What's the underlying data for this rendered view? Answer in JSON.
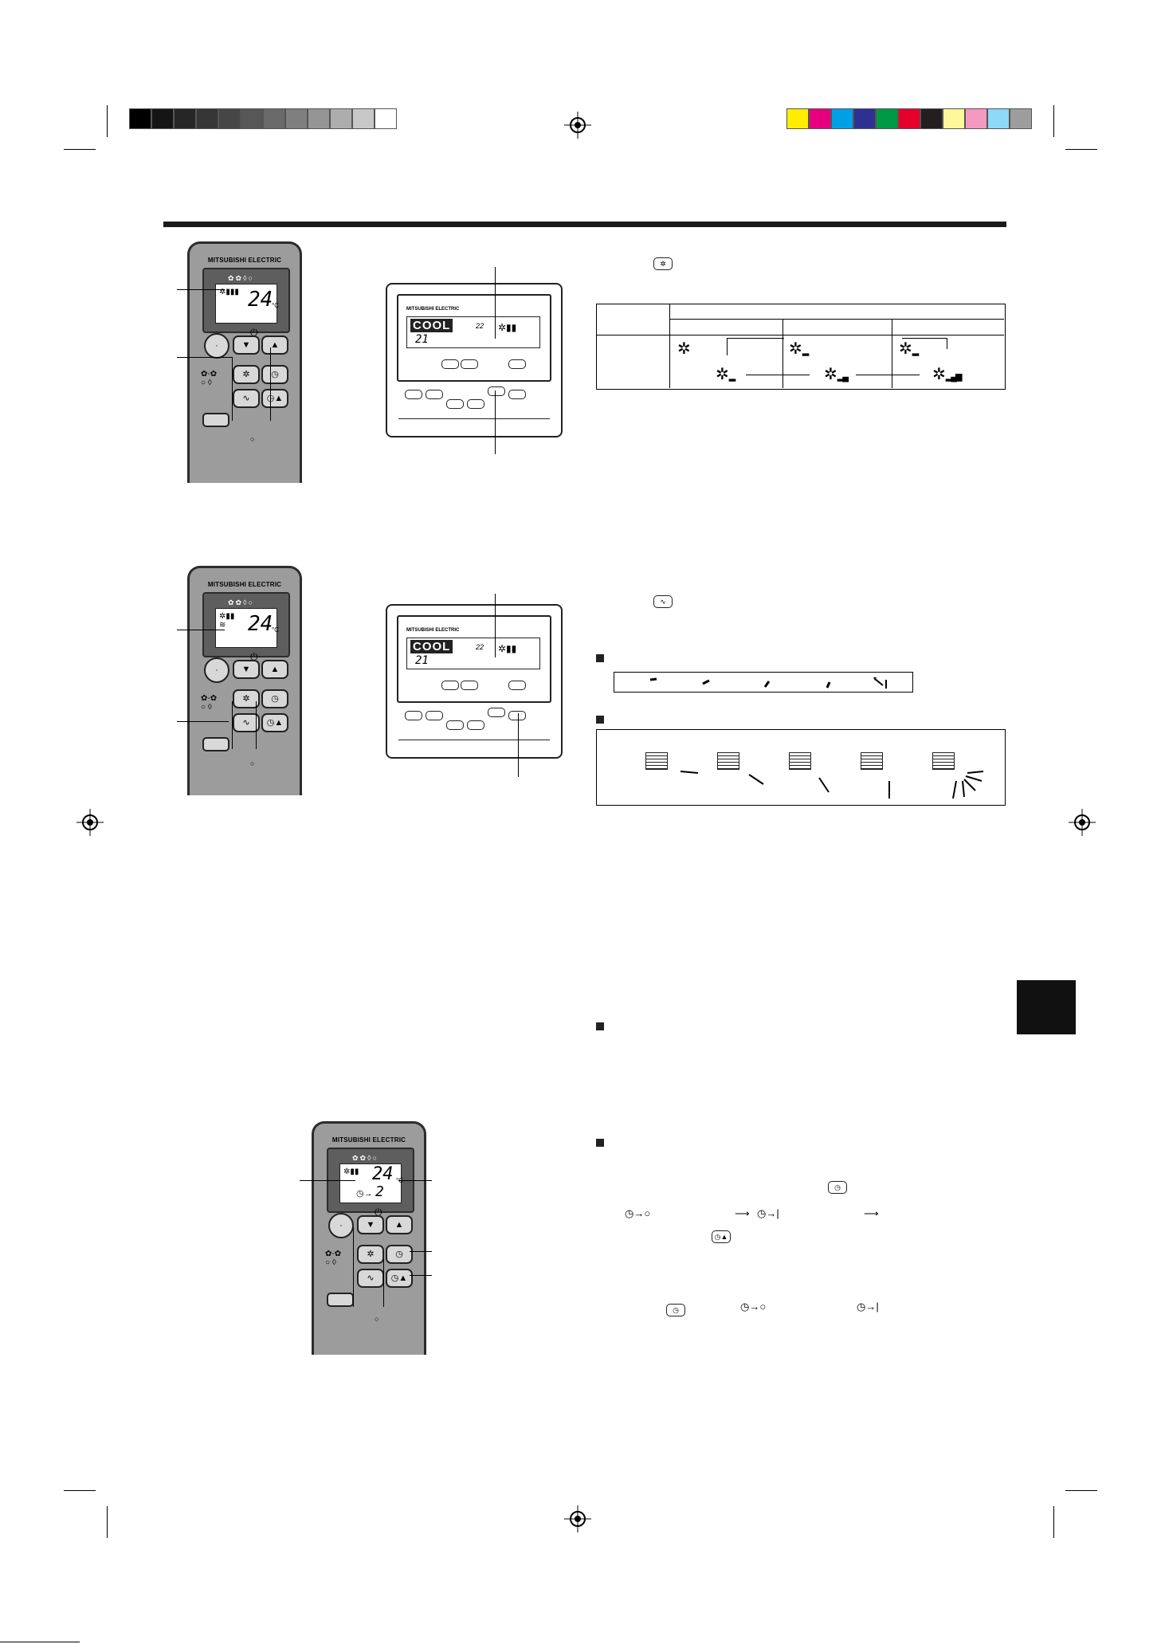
{
  "brand": "MITSUBISHI ELECTRIC",
  "remote_top": {
    "temperature": "24",
    "unit": "°C"
  },
  "remote_mid": {
    "temperature": "24",
    "unit": "°C"
  },
  "remote_bottom": {
    "temperature": "24",
    "unit": "°C",
    "timer_value": "2"
  },
  "wired_top": {
    "mode": "COOL",
    "set_temp": "21",
    "room_temp": "22"
  },
  "wired_mid": {
    "mode": "COOL",
    "set_temp": "21",
    "room_temp": "22"
  },
  "icons": {
    "fan": "fan-icon",
    "vane": "vane-icon",
    "timer": "clock-icon",
    "timer_up": "clock-up-icon",
    "power": "power-icon",
    "arrow": "arrow-right-icon"
  },
  "colors": {
    "swatches_gray": [
      "#000000",
      "#151515",
      "#262626",
      "#363636",
      "#464646",
      "#575757",
      "#6a6a6a",
      "#7f7f7f",
      "#959595",
      "#adadad",
      "#c8c8c8",
      "#ffffff"
    ],
    "swatches_color": [
      "#ffed00",
      "#e6007e",
      "#00a0e6",
      "#2e3192",
      "#009944",
      "#e4002b",
      "#231f20",
      "#fff799",
      "#f49ac1",
      "#8ed8f8",
      "#9d9d9d"
    ]
  }
}
